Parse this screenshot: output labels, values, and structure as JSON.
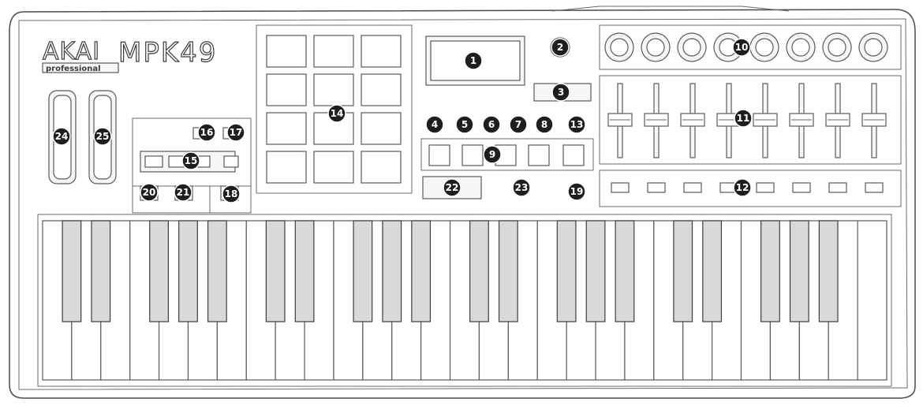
{
  "brand": {
    "maker": "AKAI",
    "model": "MPK49",
    "tagline": "professional"
  },
  "callouts": {
    "c1": "1",
    "c2": "2",
    "c3": "3",
    "c4": "4",
    "c5": "5",
    "c6": "6",
    "c7": "7",
    "c8": "8",
    "c9": "9",
    "c10": "10",
    "c11": "11",
    "c12": "12",
    "c13": "13",
    "c14": "14",
    "c15": "15",
    "c16": "16",
    "c17": "17",
    "c18": "18",
    "c19": "19",
    "c20": "20",
    "c21": "21",
    "c22": "22",
    "c23": "23",
    "c24": "24",
    "c25": "25"
  },
  "controls": {
    "pads": 12,
    "knobs": 8,
    "faders": 8,
    "fader_buttons": 8,
    "white_keys": 29
  }
}
